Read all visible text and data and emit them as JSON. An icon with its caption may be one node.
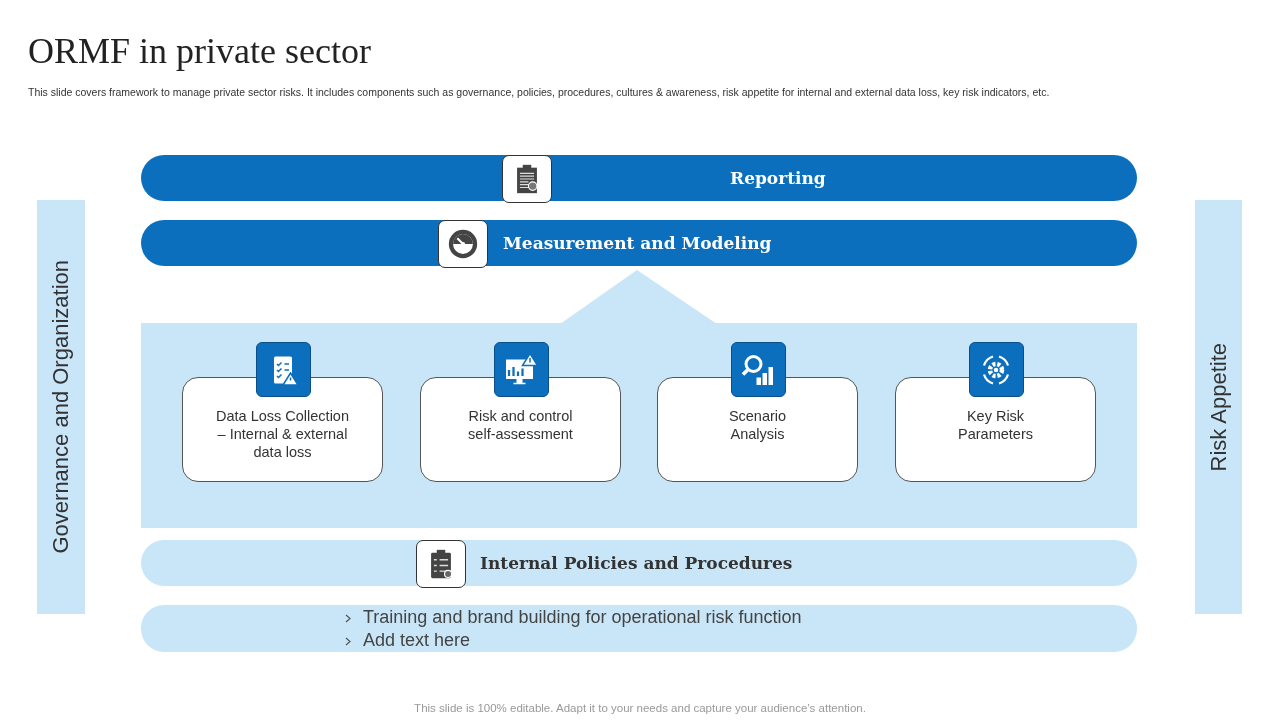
{
  "diagram": {
    "title": "ORMF in private sector",
    "nodes": [
      {
        "text": [
          "Reporting"
        ]
      },
      {
        "text": [
          "Measurement and Modeling"
        ]
      },
      {
        "text": [],
        "shape": "box"
      },
      {
        "text": [
          "Data Loss Collection – Internal  & external data loss"
        ],
        "in": 2
      },
      {
        "text": [
          "Risk and control self-assessment"
        ],
        "in": 2
      },
      {
        "text": [
          "Scenario Analysis"
        ],
        "in": 2
      },
      {
        "text": [
          "Key Risk Parameters"
        ],
        "in": 2
      },
      {
        "text": [
          "Internal Policies and Procedures"
        ]
      },
      {
        "text": [
          "Training and brand building for operational risk function",
          "Add text here"
        ]
      },
      {
        "text": [
          "Governance and Organization"
        ]
      },
      {
        "text": [
          "Risk Appetite"
        ]
      }
    ],
    "labels": [
      "This slide covers framework to manage private sector risks. It includes components such as governance, policies, procedures, cultures & awareness, risk appetite for internal and external data loss, key risk indicators, etc.",
      "This slide is 100% editable. Adapt it to your needs and capture your audience’s attention."
    ]
  }
}
